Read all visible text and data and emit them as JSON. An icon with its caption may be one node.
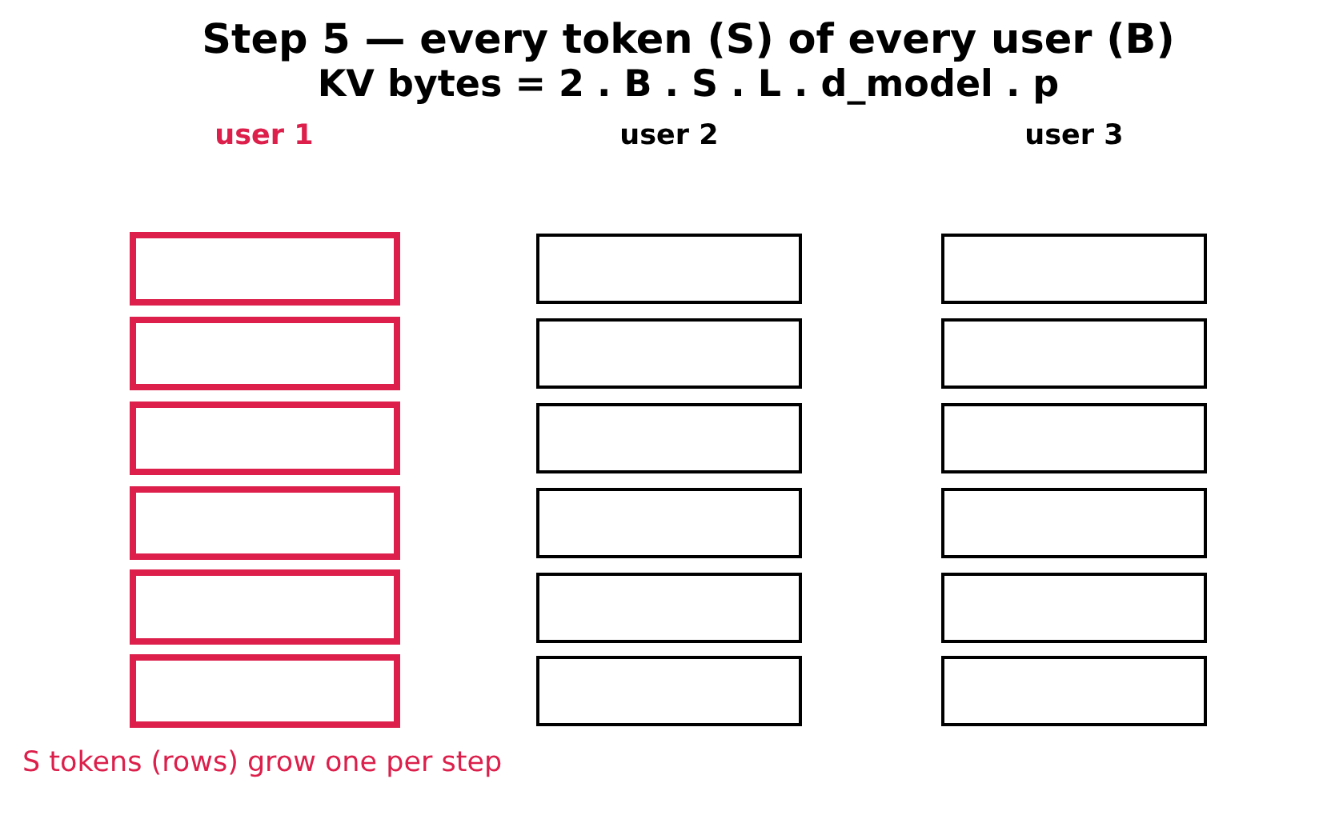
{
  "diagram": {
    "title": "Step 5 — every token (S) of every user (B)",
    "nodes": [
      {
        "text": [],
        "shape": "box"
      },
      {
        "text": [],
        "shape": "box"
      },
      {
        "text": [],
        "shape": "box"
      },
      {
        "text": [],
        "shape": "box"
      },
      {
        "text": [],
        "shape": "box"
      },
      {
        "text": [],
        "shape": "box"
      },
      {
        "text": [],
        "shape": "box"
      },
      {
        "text": [],
        "shape": "box"
      },
      {
        "text": [],
        "shape": "box"
      },
      {
        "text": [],
        "shape": "box"
      },
      {
        "text": [],
        "shape": "box"
      },
      {
        "text": [],
        "shape": "box"
      },
      {
        "text": [],
        "shape": "box"
      },
      {
        "text": [],
        "shape": "box"
      },
      {
        "text": [],
        "shape": "box"
      },
      {
        "text": [],
        "shape": "box"
      },
      {
        "text": [],
        "shape": "box"
      },
      {
        "text": [],
        "shape": "box"
      }
    ],
    "labels": [
      "KV bytes = 2 . B . S . L . d_model . p",
      "user 1",
      "user 2",
      "user 3",
      "S tokens (rows) grow one per step"
    ]
  }
}
